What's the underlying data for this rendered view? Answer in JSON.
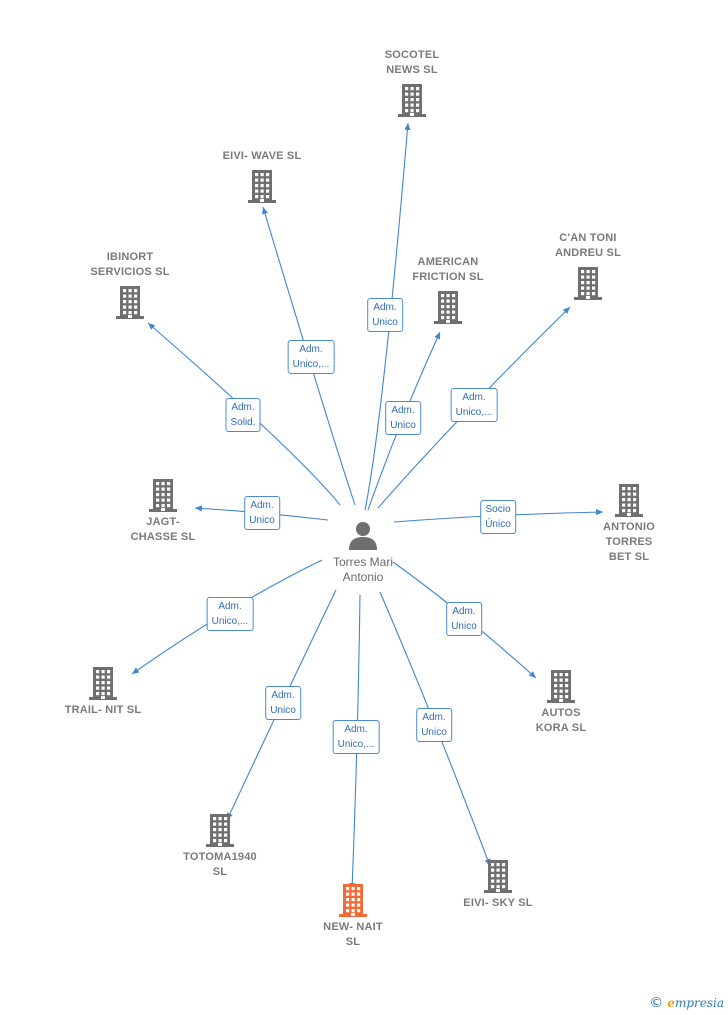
{
  "colors": {
    "edge": "#3f86d3",
    "building": "#6f6f6f",
    "focus_building": "#f26a36",
    "label": "#7a7a7a"
  },
  "center": {
    "name": "Torres Mari\nAntonio",
    "icon": "person-icon"
  },
  "companies": [
    {
      "id": "socotel",
      "name": "SOCOTEL\nNEWS SL",
      "role": "Adm.\nUnico"
    },
    {
      "id": "eivi-wave",
      "name": "EIVI-  WAVE  SL",
      "role": "Adm.\nUnico,..."
    },
    {
      "id": "ibinort",
      "name": "IBINORT\nSERVICIOS  SL",
      "role": "Adm.\nSolid."
    },
    {
      "id": "american",
      "name": "AMERICAN\nFRICTION SL",
      "role": "Adm.\nUnico"
    },
    {
      "id": "can-toni",
      "name": "C'AN TONI\nANDREU  SL",
      "role": "Adm.\nUnico,..."
    },
    {
      "id": "jagt",
      "name": "JAGT-\nCHASSE  SL",
      "role": "Adm.\nUnico"
    },
    {
      "id": "antonio-torres",
      "name": "ANTONIO\nTORRES\nBET  SL",
      "role": "Socio\nÚnico"
    },
    {
      "id": "trail-nit",
      "name": "TRAIL- NIT  SL",
      "role": "Adm.\nUnico,..."
    },
    {
      "id": "autos-kora",
      "name": "AUTOS\nKORA SL",
      "role": "Adm.\nUnico"
    },
    {
      "id": "totoma",
      "name": "TOTOMA1940\nSL",
      "role": "Adm.\nUnico"
    },
    {
      "id": "new-nait",
      "name": "NEW- NAIT\nSL",
      "role": "Adm.\nUnico,...",
      "focus": true
    },
    {
      "id": "eivi-sky",
      "name": "EIVI- SKY SL",
      "role": "Adm.\nUnico"
    }
  ],
  "brand": {
    "copyright": "©",
    "first_letter": "e",
    "rest": "mpresia"
  }
}
